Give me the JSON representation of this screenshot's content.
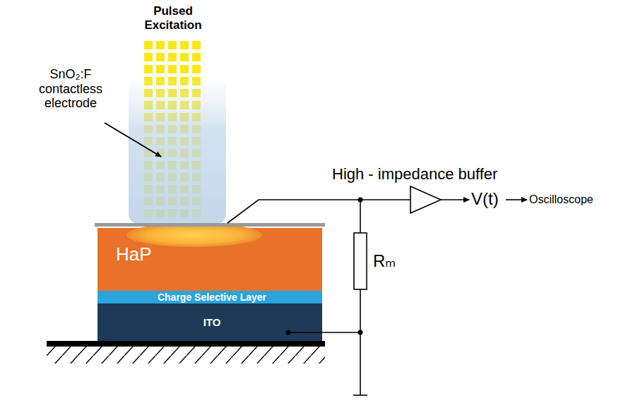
{
  "diagram": {
    "nodes": [
      {
        "text": [
          "HaP"
        ]
      },
      {
        "text": [
          "Charge Selective Layer"
        ]
      },
      {
        "text": [
          "ITO"
        ]
      }
    ],
    "labels": [
      "Pulsed Excitation",
      "SnO₂:F contactless electrode",
      "High - impedance buffer",
      "V(t)",
      "Oscilloscope",
      "Rₘ"
    ]
  }
}
